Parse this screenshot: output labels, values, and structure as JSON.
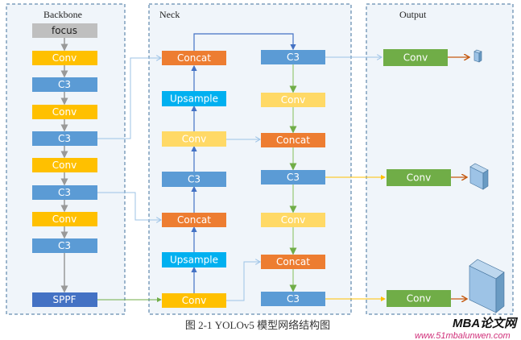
{
  "sections": {
    "backbone": "Backbone",
    "neck": "Neck",
    "output": "Output"
  },
  "backbone": [
    "focus",
    "Conv",
    "C3",
    "Conv",
    "C3",
    "Conv",
    "C3",
    "Conv",
    "C3",
    "SPPF"
  ],
  "neck_left": [
    "Concat",
    "Upsample",
    "Conv",
    "C3",
    "Concat",
    "Upsample",
    "Conv"
  ],
  "neck_right": [
    "C3",
    "Conv",
    "Concat",
    "C3",
    "Conv",
    "Concat",
    "C3"
  ],
  "output": [
    "Conv",
    "Conv",
    "Conv"
  ],
  "caption": "图 2-1 YOLOv5 模型网络结构图",
  "watermark": {
    "logo": "MBA论文网",
    "url": "www.51mbalunwen.com"
  },
  "colors": {
    "focus": "#BFBFBF",
    "conv": "#FFC000",
    "c3": "#5B9BD5",
    "concat": "#ED7D31",
    "upsample": "#00B0F0",
    "conv_light": "#FFD966",
    "conv_output": "#70AD47",
    "sppf": "#4472C4"
  }
}
